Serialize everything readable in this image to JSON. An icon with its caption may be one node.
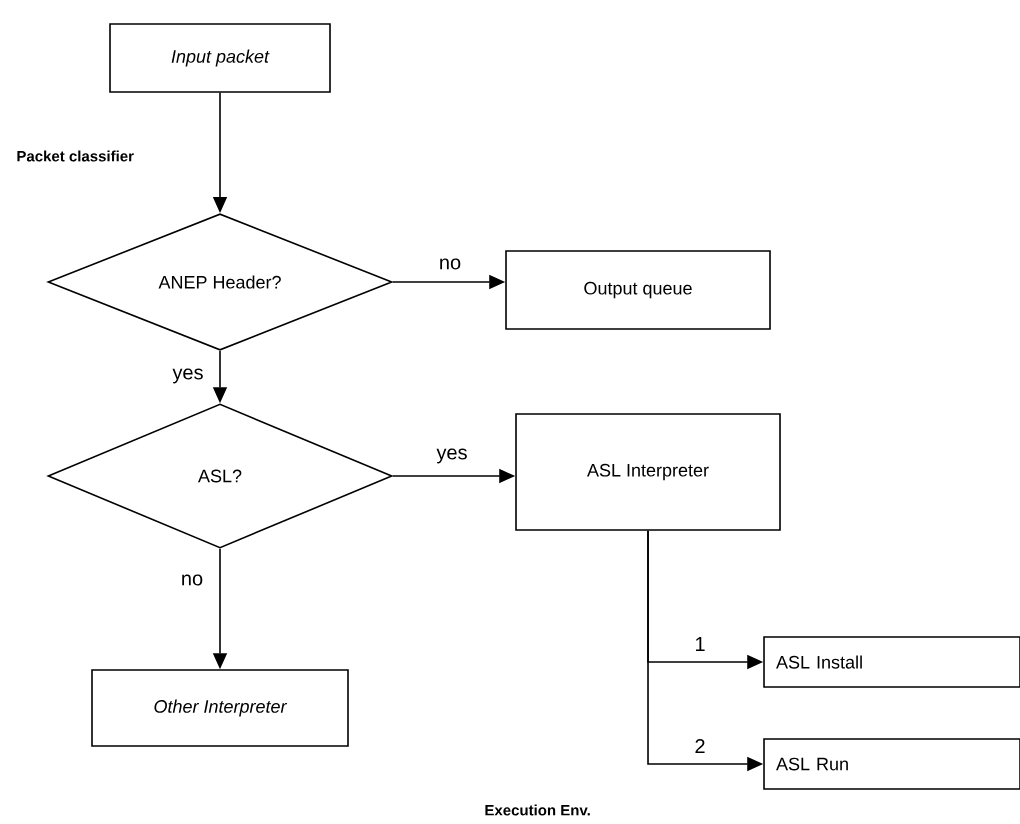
{
  "diagram": {
    "nodes": [
      {
        "text": [
          "Input packet"
        ]
      },
      {
        "text": [
          "ANEP Header?"
        ]
      },
      {
        "text": [
          "Output queue"
        ]
      },
      {
        "text": [
          "ASL?"
        ]
      },
      {
        "text": [
          "ASL Interpreter"
        ]
      },
      {
        "text": [
          "Other Interpreter"
        ]
      },
      {
        "text": [
          "ASL Install"
        ]
      },
      {
        "text": [
          "ASL Run"
        ]
      }
    ],
    "edges": [
      {
        "from": 0,
        "to": 1,
        "arrow": "to"
      },
      {
        "from": 1,
        "to": 2,
        "arrow": "to",
        "label": "no"
      },
      {
        "from": 1,
        "to": 3,
        "arrow": "to",
        "label": "yes"
      },
      {
        "from": 3,
        "to": 4,
        "arrow": "to",
        "label": "yes"
      },
      {
        "from": 3,
        "to": 5,
        "arrow": "to",
        "label": "no"
      },
      {
        "from": 4,
        "to": 6,
        "arrow": "to",
        "label": "1"
      },
      {
        "from": 4,
        "to": 7,
        "arrow": "to",
        "label": "2"
      }
    ],
    "labels": [
      "Packet classifier",
      "Execution Env."
    ]
  }
}
